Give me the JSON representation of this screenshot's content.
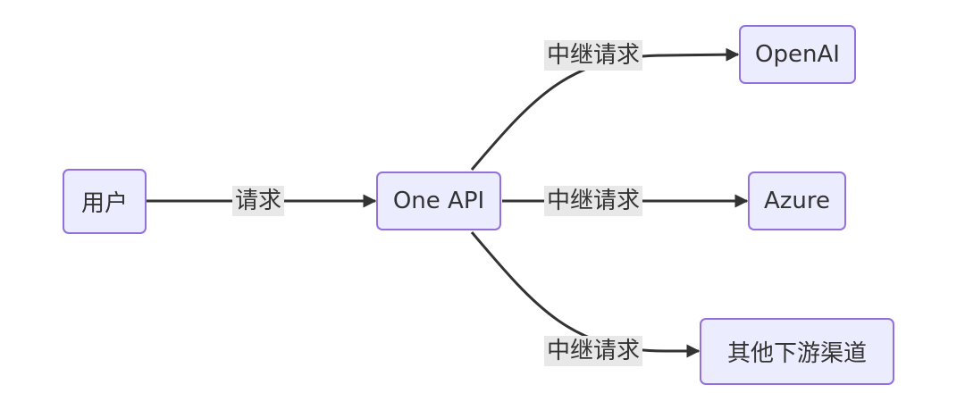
{
  "nodes": {
    "user": "用户",
    "oneapi": "One API",
    "openai": "OpenAI",
    "azure": "Azure",
    "other": "其他下游渠道"
  },
  "edges": {
    "user_to_oneapi": "请求",
    "oneapi_to_openai": "中继请求",
    "oneapi_to_azure": "中继请求",
    "oneapi_to_other": "中继请求"
  },
  "colors": {
    "node_fill": "#ececff",
    "node_border": "#9370db",
    "edge": "#333333",
    "label_bg": "#e8e8e8"
  }
}
